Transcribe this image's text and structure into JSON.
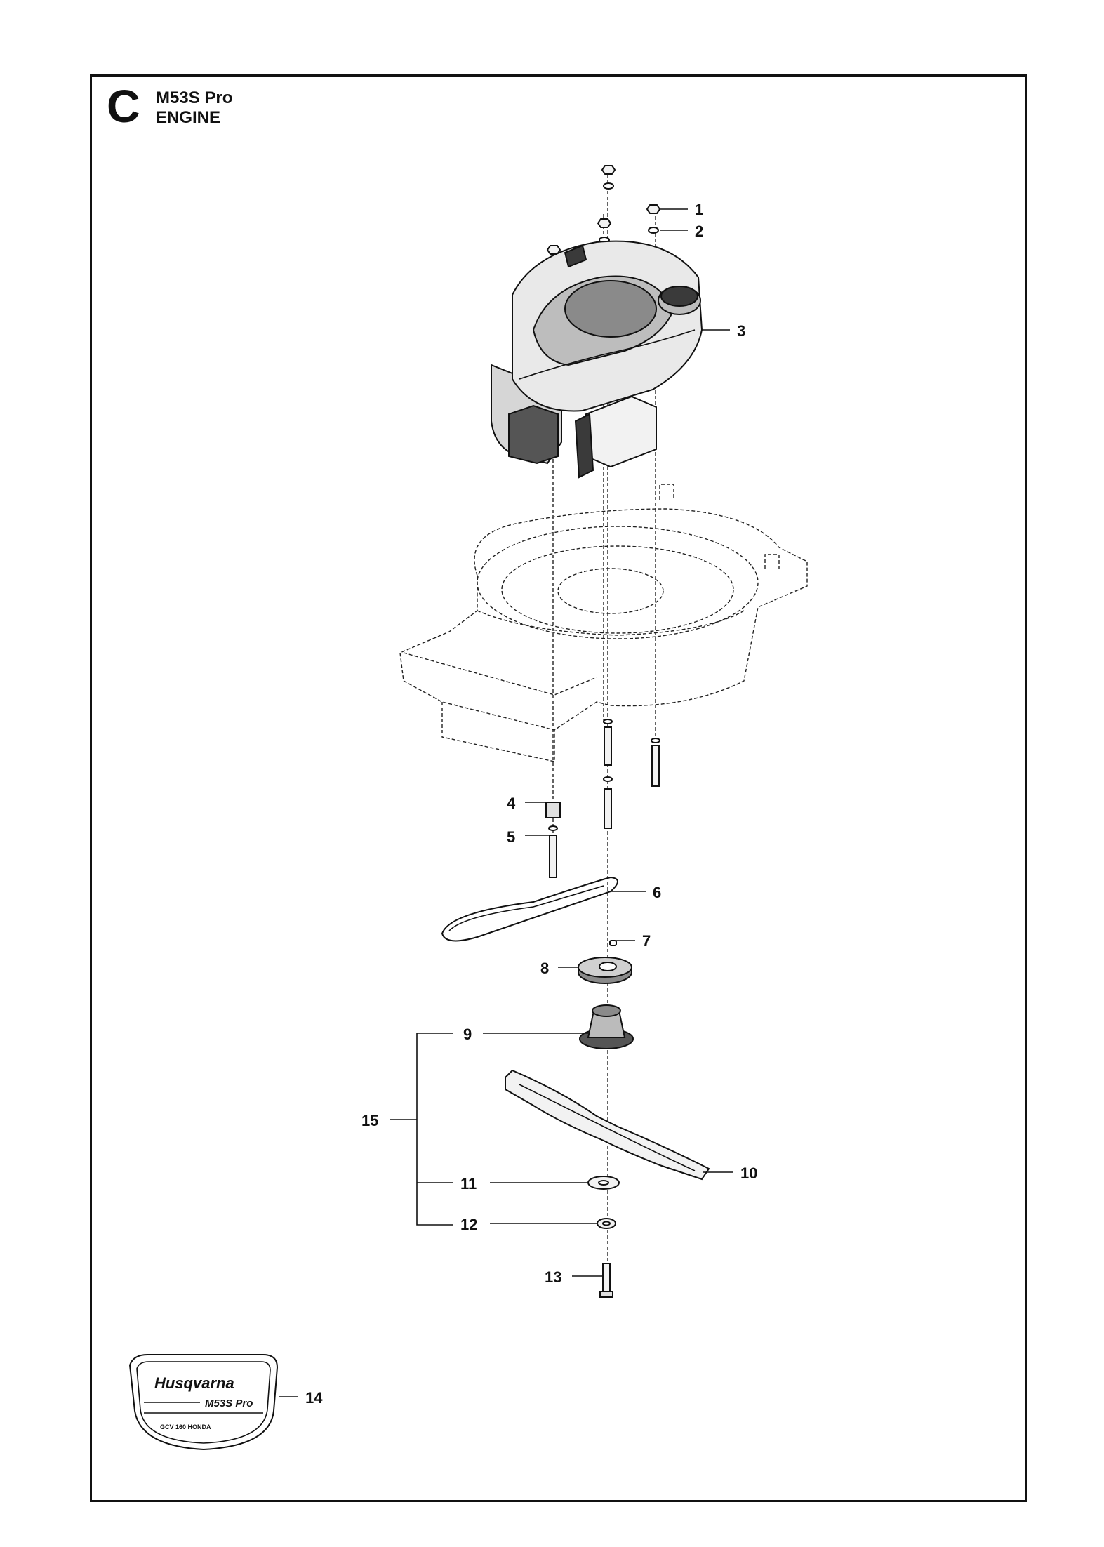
{
  "header": {
    "section_letter": "C",
    "model": "M53S Pro",
    "title": "ENGINE"
  },
  "callouts": [
    {
      "number": "1"
    },
    {
      "number": "2"
    },
    {
      "number": "3"
    },
    {
      "number": "4"
    },
    {
      "number": "5"
    },
    {
      "number": "6"
    },
    {
      "number": "7"
    },
    {
      "number": "8"
    },
    {
      "number": "9"
    },
    {
      "number": "10"
    },
    {
      "number": "11"
    },
    {
      "number": "12"
    },
    {
      "number": "13"
    },
    {
      "number": "14"
    },
    {
      "number": "15"
    }
  ],
  "decal": {
    "brand": "Husqvarna",
    "model": "M53S Pro",
    "engine_text": "GCV 160 HONDA"
  },
  "colors": {
    "line": "#111111",
    "part_fill": "#f2f2f2",
    "part_dark": "#3a3a3a"
  }
}
